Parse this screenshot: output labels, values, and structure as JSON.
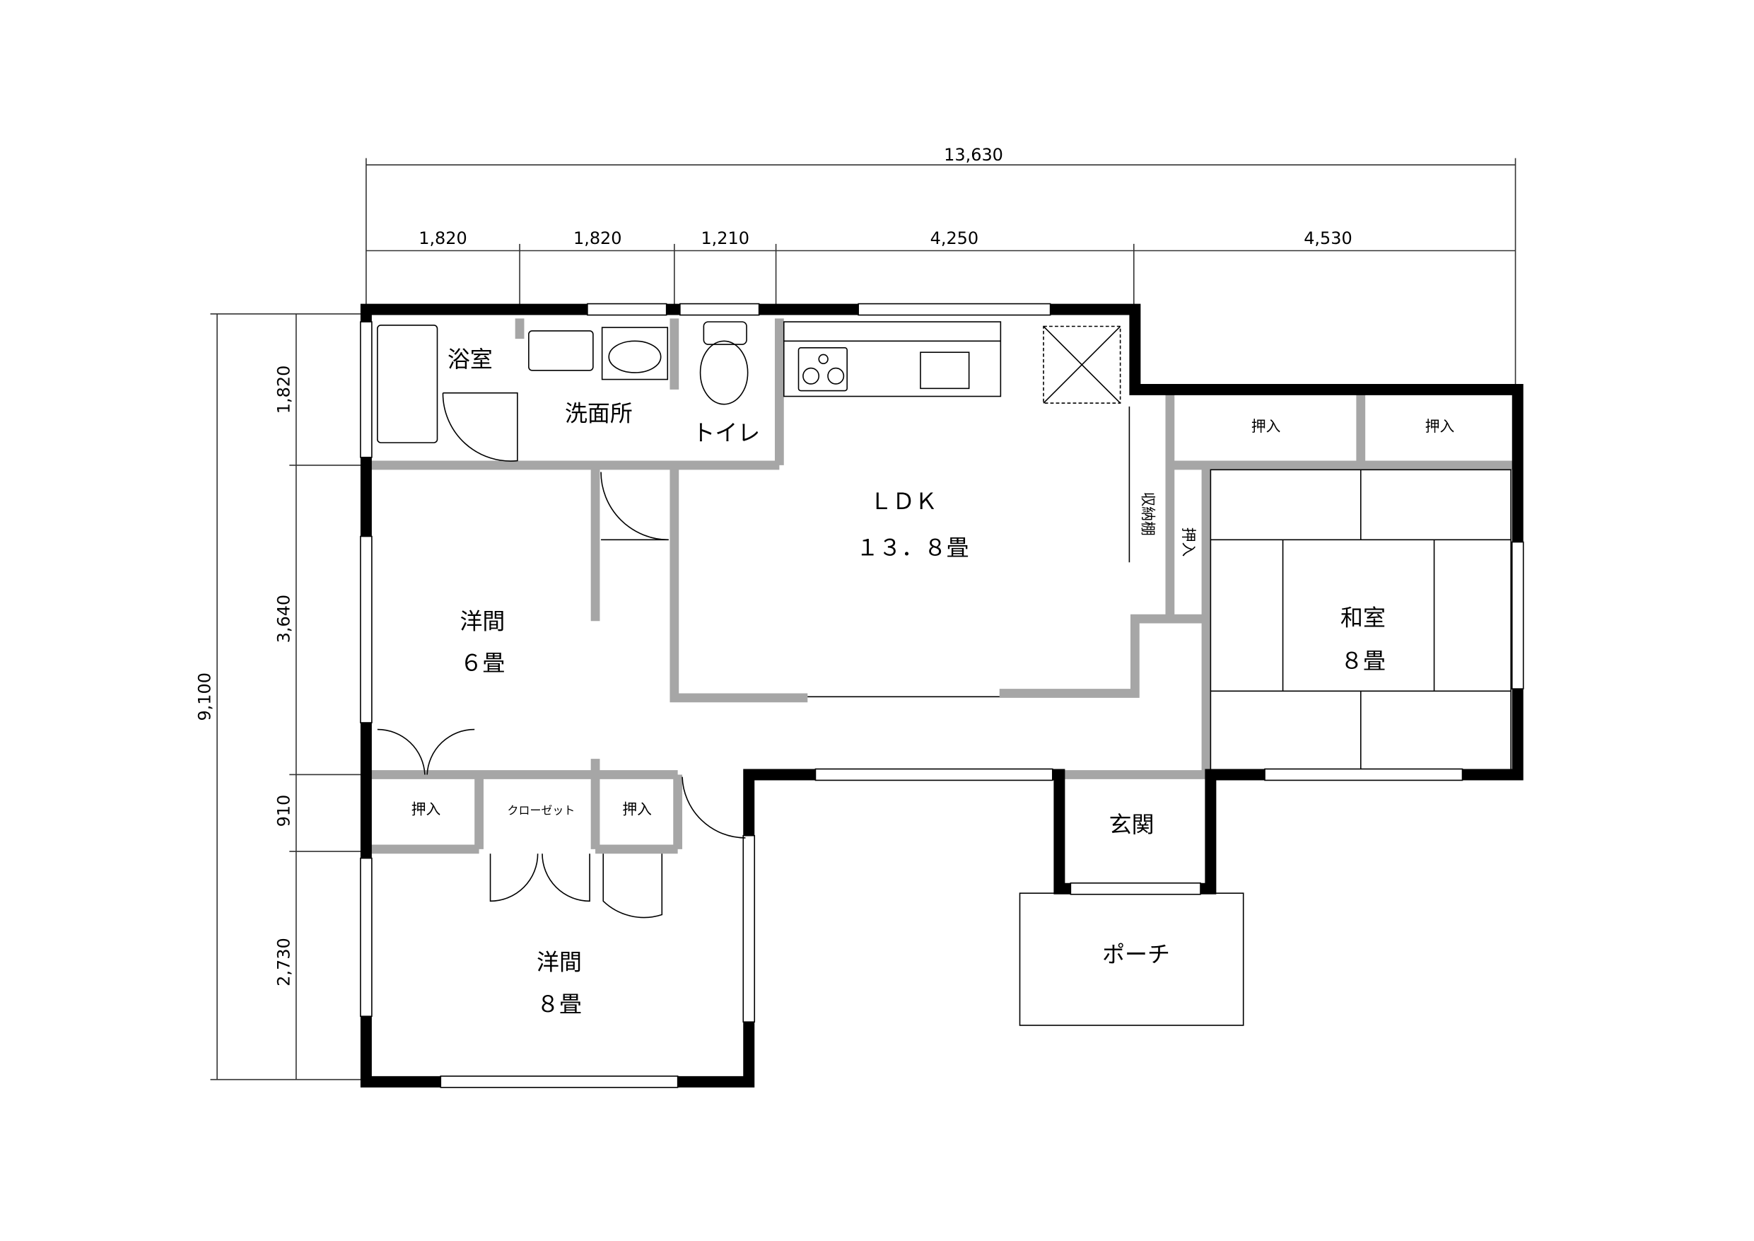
{
  "dimensions": {
    "top_total": "13,630",
    "top_segments": [
      "1,820",
      "1,820",
      "1,210",
      "4,250",
      "4,530"
    ],
    "left_total": "9,100",
    "left_segments": [
      "1,820",
      "3,640",
      "910",
      "2,730"
    ]
  },
  "rooms": {
    "bath": "浴室",
    "washroom": "洗面所",
    "toilet": "トイレ",
    "ldk_name": "ＬＤＫ",
    "ldk_size": "１３．８畳",
    "western1_name": "洋間",
    "western1_size": "６畳",
    "western2_name": "洋間",
    "western2_size": "８畳",
    "japanese_name": "和室",
    "japanese_size": "８畳",
    "closet1": "押入",
    "closet2": "クローゼット",
    "closet3": "押入",
    "closet4": "押入",
    "closet5": "押入",
    "closet6": "押入",
    "storage": "収納棚",
    "entrance": "玄関",
    "porch": "ポーチ"
  }
}
